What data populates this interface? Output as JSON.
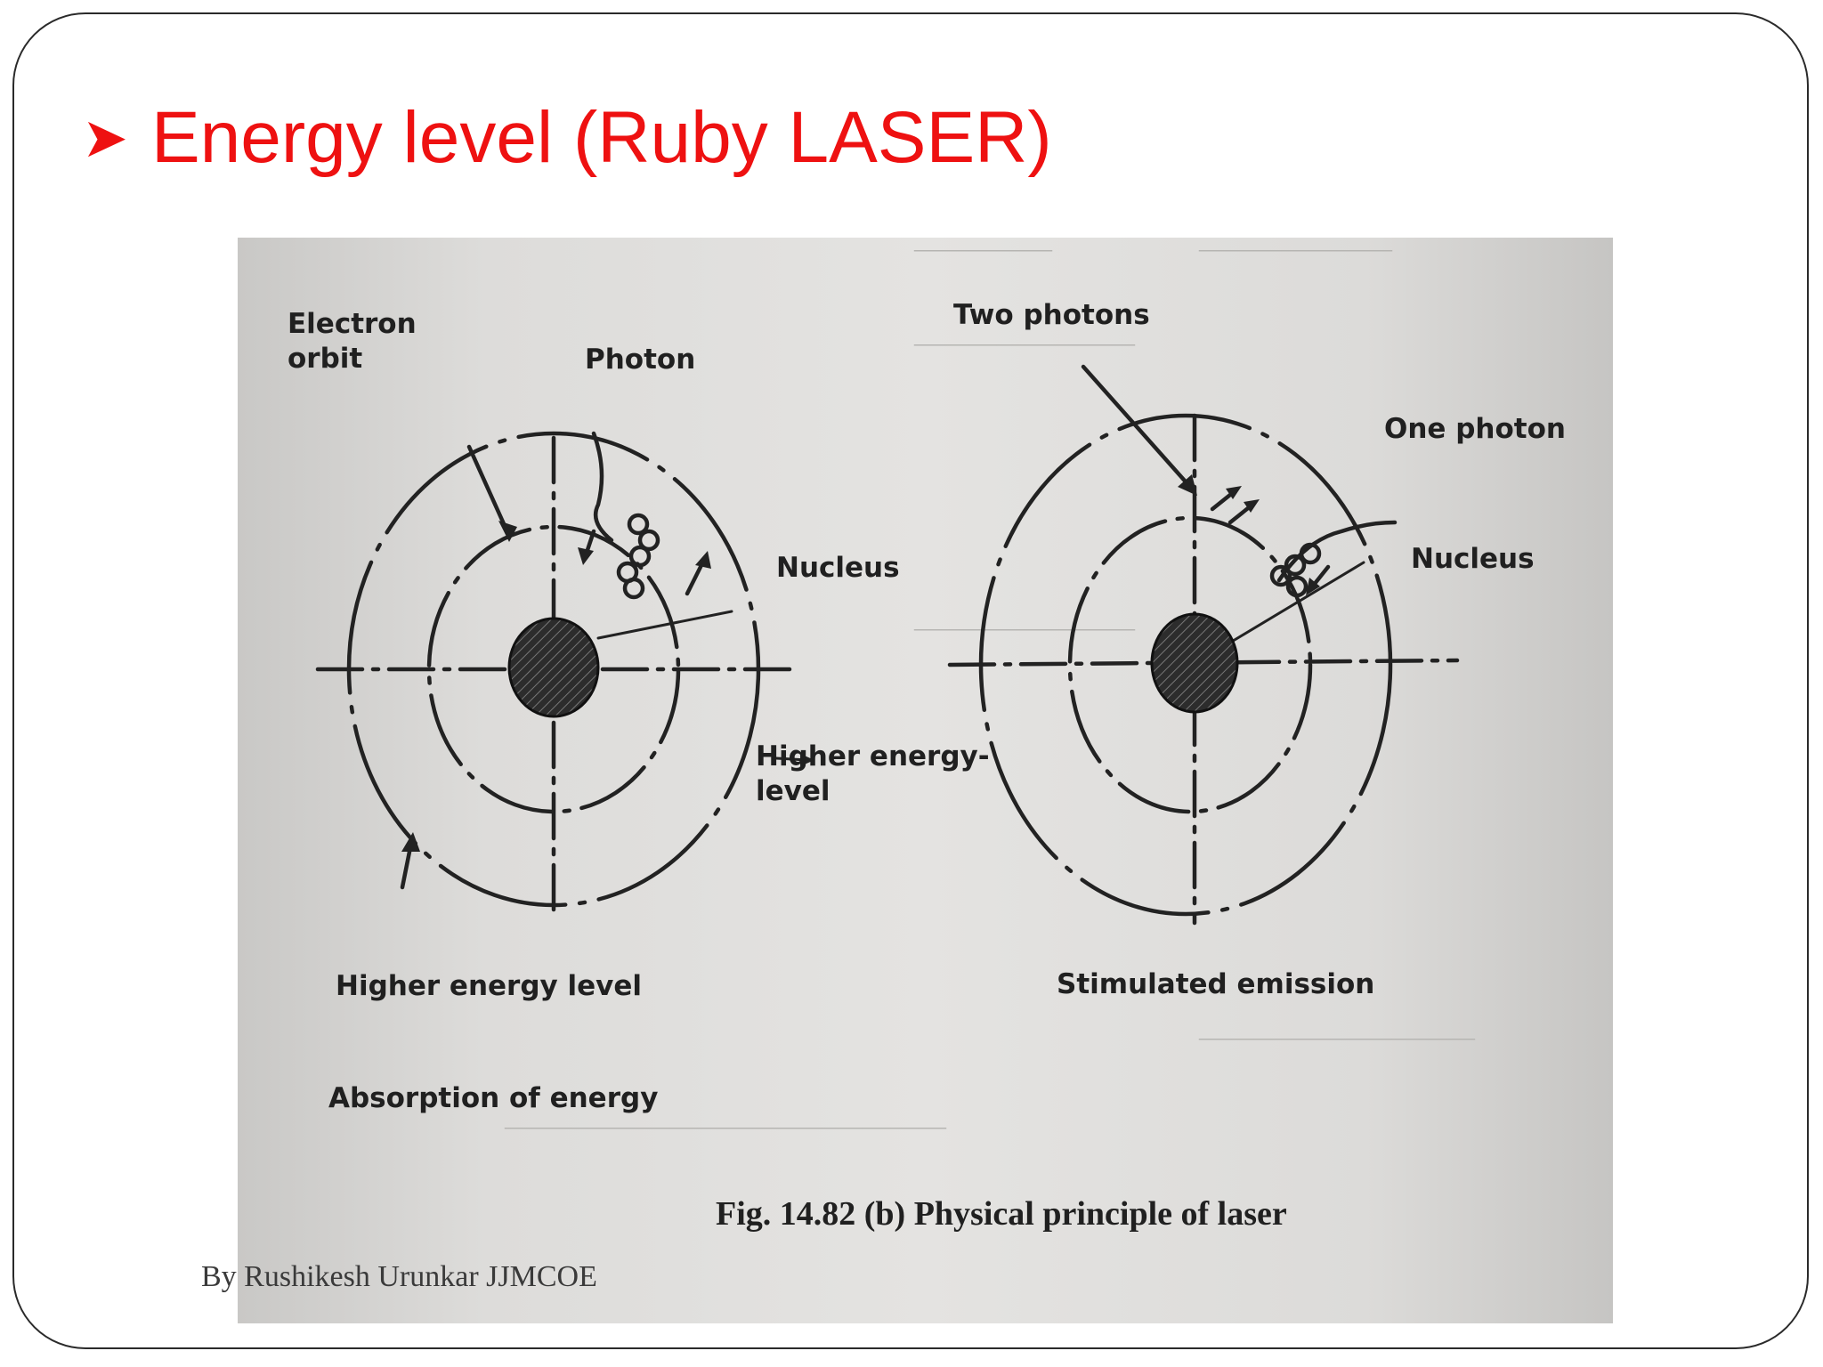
{
  "slide": {
    "title": "Energy level (Ruby LASER)",
    "bullet_icon": "arrow-bullet-icon",
    "accent_color": "#ee1111"
  },
  "figure": {
    "left_diagram": {
      "electron_orbit_label": "Electron\norbit",
      "photon_label": "Photon",
      "nucleus_label": "Nucleus",
      "inner_level_label": "Higher energy-\nlevel",
      "outer_level_label": "Higher energy level",
      "caption": "Absorption of energy"
    },
    "right_diagram": {
      "two_photons_label": "Two photons",
      "one_photon_label": "One photon",
      "nucleus_label": "Nucleus",
      "caption": "Stimulated emission"
    },
    "figure_caption": "Fig. 14.82 (b) Physical principle of laser"
  },
  "footer": {
    "credit": "By Rushikesh Urunkar JJMCOE"
  }
}
